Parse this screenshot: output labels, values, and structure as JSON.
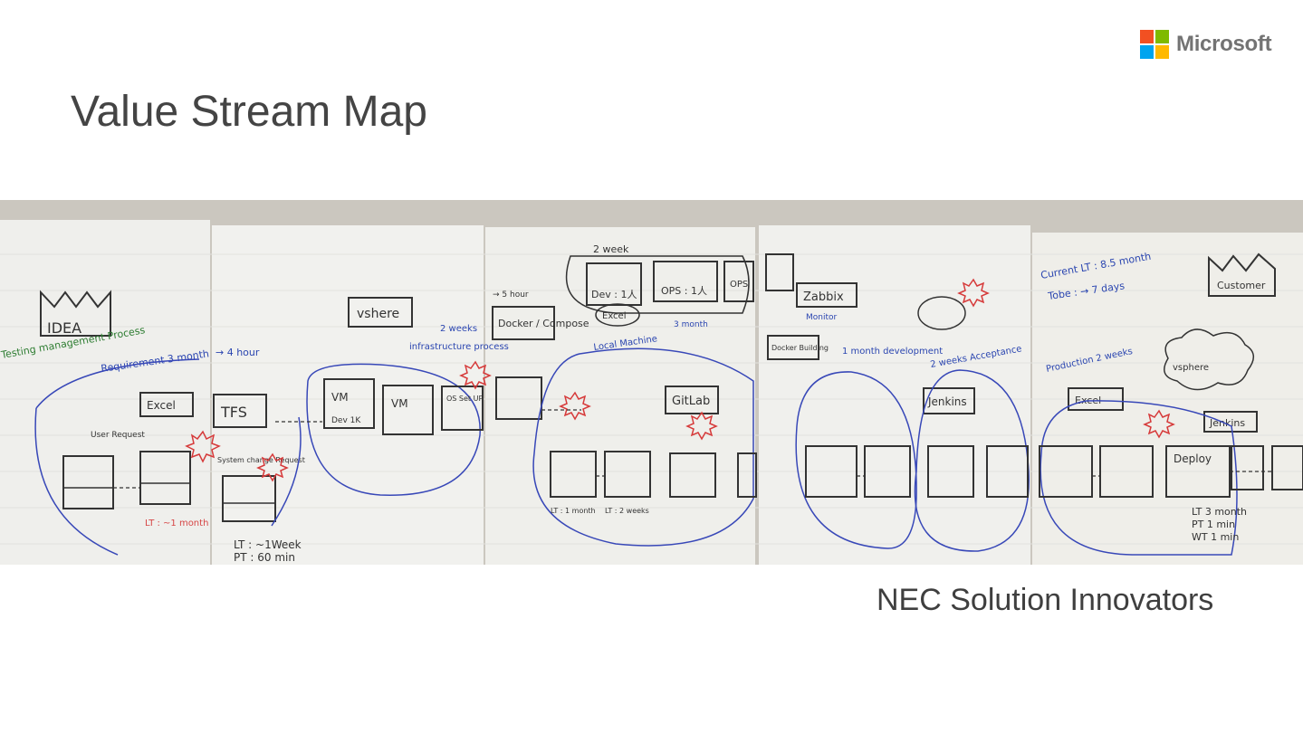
{
  "header": {
    "logo": {
      "name": "Microsoft",
      "square_colors": [
        "#f25022",
        "#7fba00",
        "#00a4ef",
        "#ffb900"
      ]
    },
    "title": "Value Stream Map"
  },
  "photo": {
    "notes": {
      "idea": "IDEA",
      "excel1": "Excel",
      "user_request": "User Request",
      "requirement": "Requirement 3 month",
      "lt_left": "LT : ~1 month",
      "hour4": "→ 4 hour",
      "tfs": "TFS",
      "system_change": "System change Request",
      "lt_week": "LT : ~1Week",
      "pt_60": "PT : 60 min",
      "vshere": "vshere",
      "infra": "infrastructure process",
      "two_weeks": "2 weeks",
      "vm1": "VM",
      "vm2": "VM",
      "os_setup": "OS Set UP",
      "dev1k": "Dev 1K",
      "two_week_top": "2 week",
      "dev1": "Dev : 1人",
      "ops1": "OPS : 1人",
      "excel2": "Excel",
      "ops": "OPS",
      "docker": "Docker / Compose",
      "hour5": "→ 5 hour",
      "local_machine": "Local Machine",
      "three_month": "3 month",
      "gitlab": "GitLab",
      "lt1": "LT : 1 month",
      "lt2": "LT : 2 weeks",
      "zabbix": "Zabbix",
      "monitor": "Monitor",
      "builder": "Docker Building",
      "development": "1 month development",
      "acceptance": "2 weeks Acceptance",
      "jenkins1": "Jenkins",
      "current_lt": "Current LT : 8.5 month",
      "tobe": "Tobe : → 7 days",
      "customer": "Customer",
      "production": "Production 2 weeks",
      "vsphere": "vsphere",
      "excel3": "Excel",
      "deploy": "Deploy",
      "jenkins2": "Jenkins",
      "lt3": "LT 3 month",
      "pt1": "PT 1 min",
      "wt1": "WT 1 min",
      "testing": "Testing management Process",
      "excel_left": "Excel"
    }
  },
  "caption": "NEC Solution Innovators"
}
